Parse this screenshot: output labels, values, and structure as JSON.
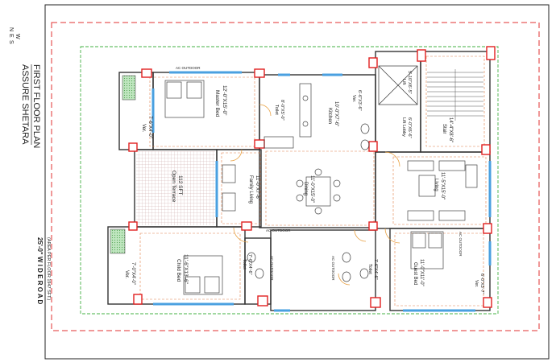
{
  "title": {
    "name": "ASSURE SHETARA",
    "plan": "FIRST FLOOR PLAN",
    "area": "(AREA PER FLOOR 1947 SFT.)"
  },
  "road": "25'-0\" W I D E  R O A D",
  "compass": [
    "N",
    "W",
    "E",
    "S"
  ],
  "outdoor_labels": [
    "AC OUTDOOR",
    "AC OUTDOOR",
    "AC OUTDOOR",
    "AC OUTDOOR",
    "AC OUTDOOR"
  ],
  "rooms": {
    "master_bed": {
      "name": "Master Bed",
      "size": "12'-0\"X15'-0\""
    },
    "verandah_top_left": {
      "name": "Ver.",
      "size": "7'-6\"X4'-0\""
    },
    "open_terrace": {
      "name": "Open Terrace",
      "size": "112 SFT"
    },
    "toilet_master": {
      "name": "Toilet",
      "size": "8'-0\"X5'-0\""
    },
    "family_living": {
      "name": "Family Living",
      "size": "11'-0\"X7'-6\""
    },
    "kitchen": {
      "name": "Kitchen",
      "size": "10'-0\"X7'-6\""
    },
    "dining": {
      "name": "Dining",
      "size": "11'-0\"X15'-0\""
    },
    "child_bed": {
      "name": "Child Bed",
      "size": "11'-6\"X13'-6\""
    },
    "verandah_bottom_left": {
      "name": "Ver.",
      "size": "7'-0\"X4'-0\""
    },
    "toilet_child": {
      "name": "Toilet",
      "size": "7'-6\"X4'-6\""
    },
    "verandah_kitchen": {
      "name": "Ver.",
      "size": "6'-6\"X3'-6\""
    },
    "lift": {
      "name": "Lift",
      "size": "5'-10\"X6'-5\""
    },
    "lift_lobby": {
      "name": "Lift Lobby",
      "size": "6'-0\"X6'-6\""
    },
    "stair": {
      "name": "Stair",
      "size": "14'-4\"X8'-6\""
    },
    "living": {
      "name": "Living",
      "size": "11'-5\"X15'-0\""
    },
    "toilet_guest": {
      "name": "Toilet",
      "size": "7'-6\"X4'-6\""
    },
    "guest_bed": {
      "name": "Guest Bed",
      "size": "11'-0\"X11'-0\""
    },
    "verandah_right": {
      "name": "Ver.",
      "size": "6'-0\"X3'-7\""
    }
  }
}
